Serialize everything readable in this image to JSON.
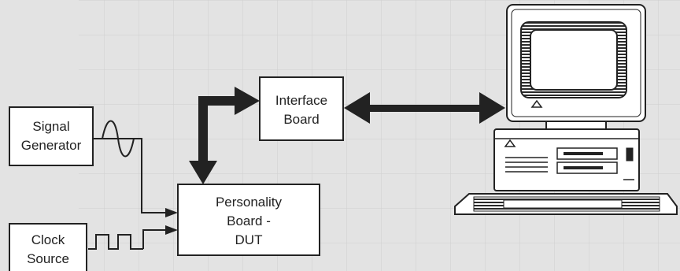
{
  "diagram": {
    "signal_generator": {
      "line1": "Signal",
      "line2": "Generator"
    },
    "clock_source": {
      "line1": "Clock",
      "line2": "Source"
    },
    "interface_board": {
      "line1": "Interface",
      "line2": "Board"
    },
    "personality_board": {
      "line1": "Personality",
      "line2": "Board -",
      "line3": "DUT"
    }
  },
  "colors": {
    "background": "#e3e3e3",
    "grid": "#cfcfcf",
    "box_fill": "#ffffff",
    "line": "#222222"
  }
}
